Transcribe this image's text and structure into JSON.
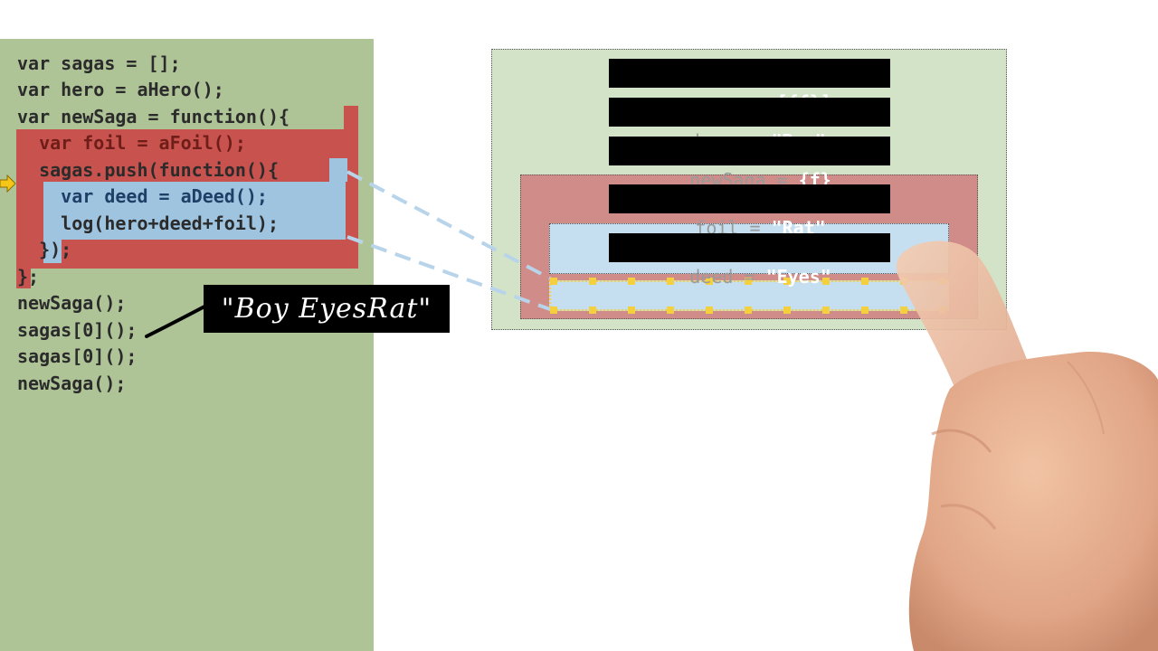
{
  "code": {
    "lines": [
      "var sagas = [];",
      "var hero = aHero();",
      "var newSaga = function(){",
      "  var foil = aFoil();",
      "  sagas.push(function(){",
      "    var deed = aDeed();",
      "    log(hero+deed+foil);",
      "  });",
      "};",
      "newSaga();",
      "sagas[0]();",
      "sagas[0]();",
      "newSaga();"
    ]
  },
  "annotation": {
    "text": "\"Boy EyesRat\""
  },
  "scopes": {
    "global": [
      {
        "name": "sagas",
        "value": "[{f}]"
      },
      {
        "name": "hero",
        "value": "\"Boy\""
      },
      {
        "name": "newSaga",
        "value": "{f}"
      }
    ],
    "saga": [
      {
        "name": "foil",
        "value": "\"Rat\""
      }
    ],
    "func": [
      {
        "name": "deed",
        "value": "\"Eyes\""
      }
    ]
  },
  "colors": {
    "code_bg": "#aec497",
    "red_scope": "#c8524e",
    "blue_scope": "#9ec4e0",
    "global_scope_bg": "#d3e3c8",
    "highlight_dots": "#f4d03f"
  }
}
